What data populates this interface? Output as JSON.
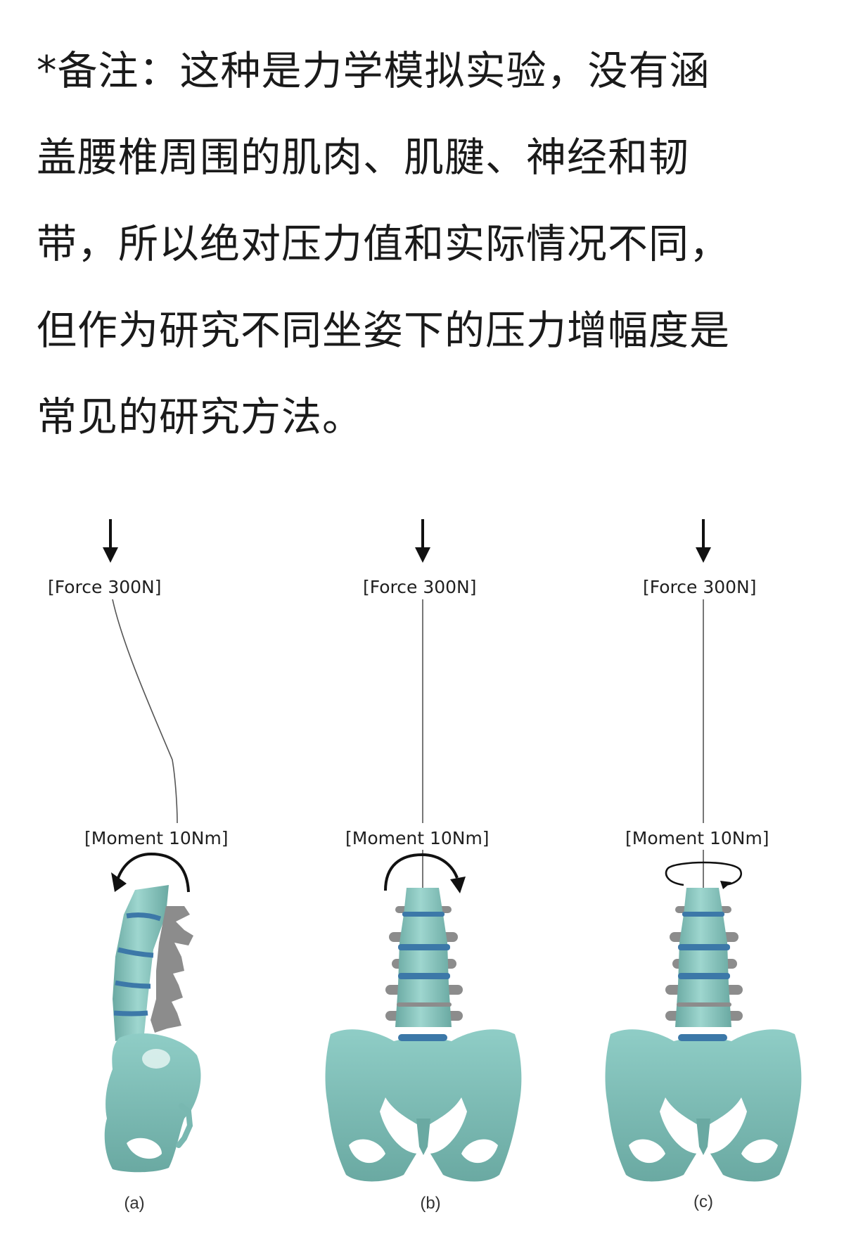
{
  "note": {
    "lines": [
      "*备注：这种是力学模拟实验，没有涵",
      "盖腰椎周围的肌肉、肌腱、神经和韧",
      "带，所以绝对压力值和实际情况不同，",
      "但作为研究不同坐姿下的压力增幅度是",
      "常见的研究方法。"
    ]
  },
  "figure": {
    "panels": [
      {
        "id": "a",
        "view": "lateral",
        "force_label": "[Force 300N]",
        "moment_label": "[Moment 10Nm]",
        "moment_direction": "counterclockwise-flexion",
        "caption": "(a)"
      },
      {
        "id": "b",
        "view": "frontal",
        "force_label": "[Force 300N]",
        "moment_label": "[Moment 10Nm]",
        "moment_direction": "clockwise-lateral-bending",
        "caption": "(b)"
      },
      {
        "id": "c",
        "view": "frontal",
        "force_label": "[Force 300N]",
        "moment_label": "[Moment 10Nm]",
        "moment_direction": "axial-rotation",
        "caption": "(c)"
      }
    ],
    "colors": {
      "bone": "#8ccbc4",
      "bone_dark": "#5e9f98",
      "disc": "#3c78a8",
      "process": "#8c8c8c",
      "arrow": "#111111"
    }
  }
}
